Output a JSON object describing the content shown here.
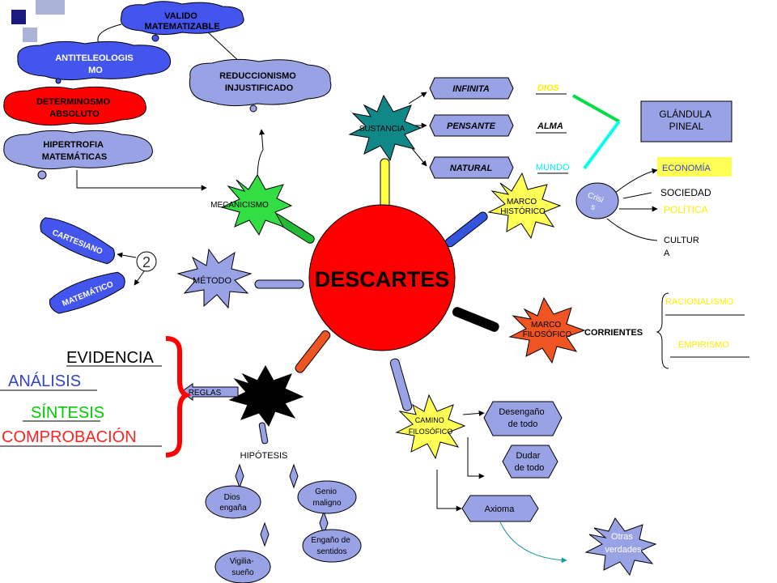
{
  "colors": {
    "navy": "#1a1a80",
    "sky": "#aab4d8",
    "center": "#ff0000",
    "cloud_blue": "#4455ee",
    "cloud_red": "#ff0000",
    "cloud_lav": "#9aa2e6",
    "lav": "#9999ee",
    "teal": "#118888",
    "lime": "#22dd22",
    "yellow": "#ffff55",
    "orange": "#ee5522",
    "black": "#000000",
    "green_beam": "#00dd44",
    "cyan_beam": "#00ffee",
    "accent_yellow": "#ffee00",
    "accent_red": "#ff2222",
    "accent_green": "#00cc00",
    "accent_blue": "#3344cc"
  },
  "center": {
    "label": "DESCARTES"
  },
  "clouds": {
    "valido": "VALIDO MATEMATIZABLE",
    "antiteleologismo": "ANTITELEOLOGISMO",
    "determinismo": "DETERMINOSMO ABSOLUTO",
    "hipertrofia": "HIPERTROFIA MATEMÁTICAS",
    "reduccionismo": "REDUCCIONISMO INJUSTIFICADO",
    "otras_verdades": "Otras verdades"
  },
  "mecanicismo": {
    "label": "MECANICISMO"
  },
  "metodo": {
    "label": "MÉTODO",
    "count": "2",
    "cartesiano": "CARTESIANO",
    "matematico": "MATEMÁTICO"
  },
  "reglas": {
    "label": "REGLAS",
    "evidencia": "EVIDENCIA",
    "analisis": "ANÁLISIS",
    "sintesis": "SÍNTESIS",
    "comprobacion": "COMPROBACIÓN"
  },
  "hipotesis": {
    "label": "HIPÓTESIS",
    "dios_engana": "Dios engaña",
    "genio_maligno": "Genio maligno",
    "engano_sentidos": "Engaño de sentidos",
    "vigilia_sueno": "Vigilia-sueño"
  },
  "sustancia": {
    "label": "SUSTANCIA",
    "infinita": "INFINITA",
    "pensante": "PENSANTE",
    "natural": "NATURAL",
    "dios": "DIOS",
    "alma": "ALMA",
    "mundo": "MUNDO",
    "glandula": "GLÁNDULA PINEAL"
  },
  "marco_historico": {
    "label": "MARCO HISTÓRICO",
    "crisis": "Crisis",
    "economia": "ECONOMÍA",
    "sociedad": "SOCIEDAD",
    "politica": "POLÍTICA",
    "cultura": "CULTURA"
  },
  "marco_filosofico": {
    "label": "MARCO FILOSÓFICO",
    "corrientes": "CORRIENTES",
    "racionalismo": "RACIONALISMO",
    "empirismo": "EMPIRISMO"
  },
  "camino": {
    "label": "CAMINO FILOSÓFICO",
    "desengano": "Desengaño de todo",
    "dudar": "Dudar de todo",
    "axioma": "Axioma"
  }
}
